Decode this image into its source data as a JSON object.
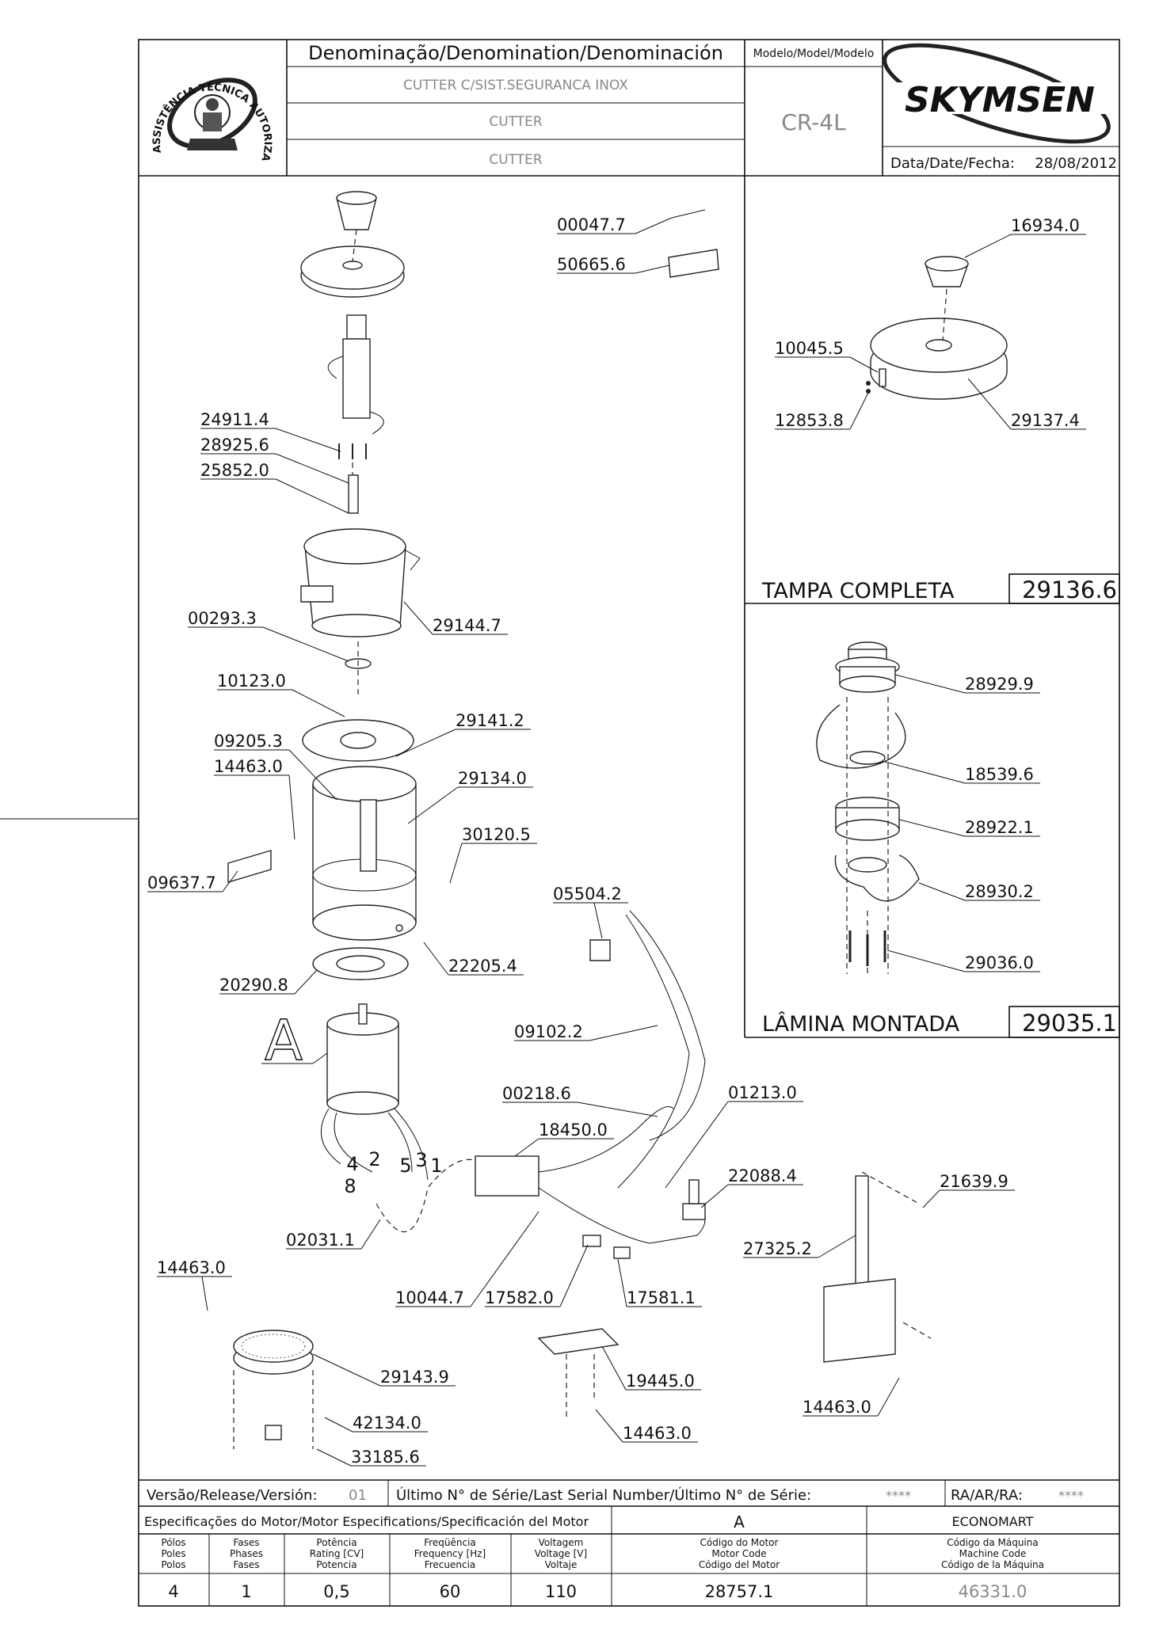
{
  "header": {
    "denomination_label": "Denominação/Denomination/Denominación",
    "denomination_pt": "CUTTER C/SIST.SEGURANCA INOX",
    "denomination_en": "CUTTER",
    "denomination_es": "CUTTER",
    "model_label": "Modelo/Model/Modelo",
    "model_value": "CR-4L",
    "date_label": "Data/Date/Fecha:",
    "date_value": "28/08/2012",
    "brand": "SKYMSEN",
    "seal_text": "ASSISTÊNCIA TÉCNICA AUTORIZADA"
  },
  "main_parts": [
    {
      "code": "00047.7"
    },
    {
      "code": "50665.6"
    },
    {
      "code": "24911.4"
    },
    {
      "code": "28925.6"
    },
    {
      "code": "25852.0"
    },
    {
      "code": "29144.7"
    },
    {
      "code": "00293.3"
    },
    {
      "code": "10123.0"
    },
    {
      "code": "29141.2"
    },
    {
      "code": "09205.3"
    },
    {
      "code": "14463.0"
    },
    {
      "code": "29134.0"
    },
    {
      "code": "30120.5"
    },
    {
      "code": "09637.7"
    },
    {
      "code": "22205.4"
    },
    {
      "code": "20290.8"
    },
    {
      "code": "05504.2"
    },
    {
      "code": "09102.2"
    },
    {
      "code": "00218.6"
    },
    {
      "code": "01213.0"
    },
    {
      "code": "18450.0"
    },
    {
      "code": "22088.4"
    },
    {
      "code": "21639.9"
    },
    {
      "code": "02031.1"
    },
    {
      "code": "27325.2"
    },
    {
      "code": "14463.0"
    },
    {
      "code": "10044.7"
    },
    {
      "code": "17582.0"
    },
    {
      "code": "17581.1"
    },
    {
      "code": "29143.9"
    },
    {
      "code": "19445.0"
    },
    {
      "code": "42134.0"
    },
    {
      "code": "14463.0"
    },
    {
      "code": "14463.0"
    },
    {
      "code": "33185.6"
    }
  ],
  "motor_label": "A",
  "wire_numbers": [
    "4",
    "2",
    "5",
    "3",
    "1",
    "8"
  ],
  "lid_panel": {
    "parts": [
      {
        "code": "16934.0"
      },
      {
        "code": "10045.5"
      },
      {
        "code": "12853.8"
      },
      {
        "code": "29137.4"
      }
    ],
    "title": "TAMPA  COMPLETA",
    "code": "29136.6"
  },
  "blade_panel": {
    "parts": [
      {
        "code": "28929.9"
      },
      {
        "code": "18539.6"
      },
      {
        "code": "28922.1"
      },
      {
        "code": "28930.2"
      },
      {
        "code": "29036.0"
      }
    ],
    "title": "LÂMINA  MONTADA",
    "code": "29035.1"
  },
  "footer": {
    "release_label": "Versão/Release/Versión:",
    "release_value": "01",
    "serial_label": "Último N° de Série/Last Serial Number/Último N° de Série:",
    "serial_value": "****",
    "ra_label": "RA/AR/RA:",
    "ra_value": "****",
    "motor_spec_label": "Especificações do Motor/Motor Especifications/Specificación del Motor",
    "motor_letter": "A",
    "machine_name": "ECONOMART",
    "columns": [
      {
        "h1": "Pólos",
        "h2": "Poles",
        "h3": "Polos",
        "value": "4"
      },
      {
        "h1": "Fases",
        "h2": "Phases",
        "h3": "Fases",
        "value": "1"
      },
      {
        "h1": "Potência",
        "h2": "Rating [CV]",
        "h3": "Potencia",
        "value": "0,5"
      },
      {
        "h1": "Freqüência",
        "h2": "Frequency [Hz]",
        "h3": "Frecuencia",
        "value": "60"
      },
      {
        "h1": "Voltagem",
        "h2": "Voltage [V]",
        "h3": "Voltaje",
        "value": "110"
      },
      {
        "h1": "Código do Motor",
        "h2": "Motor Code",
        "h3": "Código del Motor",
        "value": "28757.1"
      },
      {
        "h1": "Código da Máquina",
        "h2": "Machine Code",
        "h3": "Código de la Máquina",
        "value": "46331.0"
      }
    ]
  }
}
